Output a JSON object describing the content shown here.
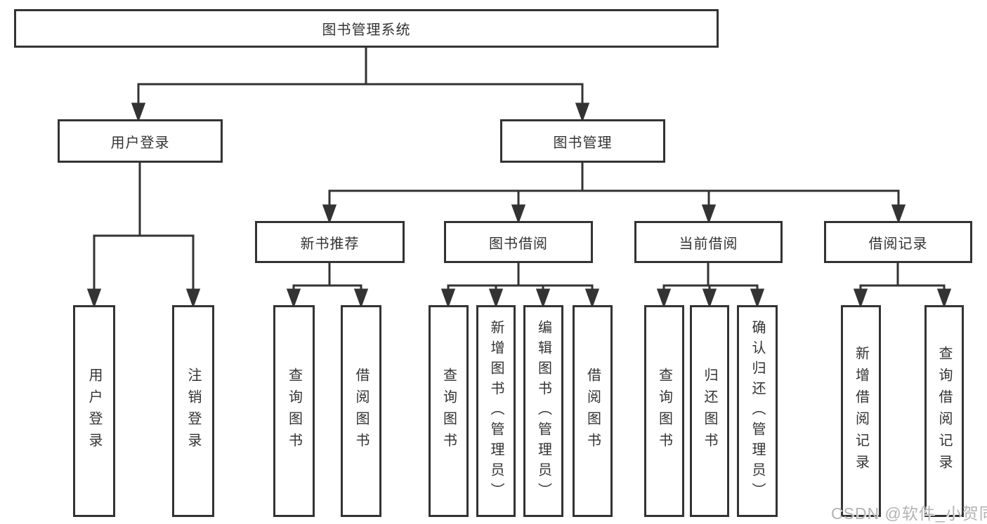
{
  "diagram_type": "functional-structure-tree",
  "tree": {
    "label": "图书管理系统",
    "children": [
      {
        "label": "用户登录",
        "children": [
          {
            "label": "用户登录"
          },
          {
            "label": "注销登录"
          }
        ]
      },
      {
        "label": "图书管理",
        "children": [
          {
            "label": "新书推荐",
            "children": [
              {
                "label": "查询图书"
              },
              {
                "label": "借阅图书"
              }
            ]
          },
          {
            "label": "图书借阅",
            "children": [
              {
                "label": "查询图书"
              },
              {
                "label": "新增图书（管理员）"
              },
              {
                "label": "编辑图书（管理员）"
              },
              {
                "label": "借阅图书"
              }
            ]
          },
          {
            "label": "当前借阅",
            "children": [
              {
                "label": "查询图书"
              },
              {
                "label": "归还图书"
              },
              {
                "label": "确认归还（管理员）"
              }
            ]
          },
          {
            "label": "借阅记录",
            "children": [
              {
                "label": "新增借阅记录"
              },
              {
                "label": "查询借阅记录"
              }
            ]
          }
        ]
      }
    ]
  },
  "watermark": {
    "text": "CSDN @软件_小贺同学"
  },
  "colors": {
    "line": "#333333",
    "box_background": "#ffffff",
    "text": "#333333",
    "watermark": "#b3b3b3",
    "page_background": "#ffffff"
  }
}
